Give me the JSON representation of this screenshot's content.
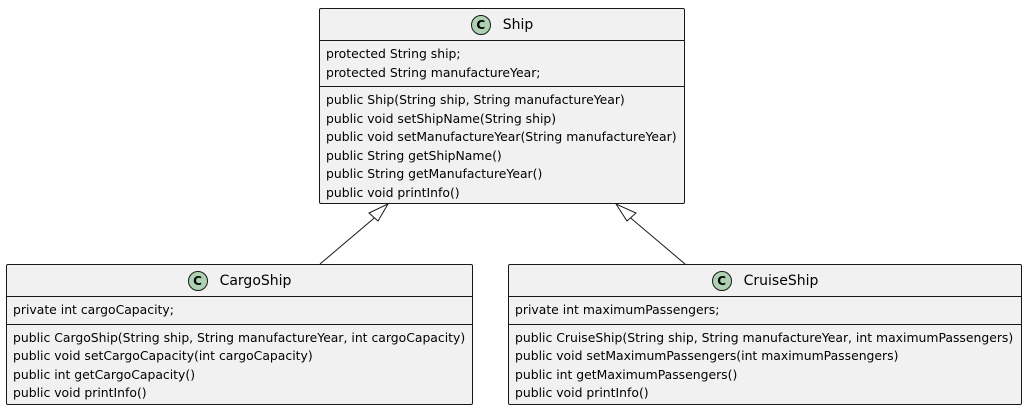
{
  "classes": {
    "ship": {
      "stereotype_letter": "C",
      "name": "Ship",
      "fields": [
        "protected String ship;",
        "protected String manufactureYear;"
      ],
      "methods": [
        "public Ship(String ship, String manufactureYear)",
        "public void setShipName(String ship)",
        "public void setManufactureYear(String manufactureYear)",
        "public String getShipName()",
        "public String getManufactureYear()",
        "public void printInfo()"
      ]
    },
    "cargo": {
      "stereotype_letter": "C",
      "name": "CargoShip",
      "fields": [
        "private int cargoCapacity;"
      ],
      "methods": [
        "public CargoShip(String ship, String manufactureYear, int cargoCapacity)",
        "public void setCargoCapacity(int cargoCapacity)",
        "public int getCargoCapacity()",
        "public void printInfo()"
      ]
    },
    "cruise": {
      "stereotype_letter": "C",
      "name": "CruiseShip",
      "fields": [
        "private int maximumPassengers;"
      ],
      "methods": [
        "public CruiseShip(String ship, String manufactureYear, int maximumPassengers)",
        "public void setMaximumPassengers(int maximumPassengers)",
        "public int getMaximumPassengers()",
        "public void printInfo()"
      ]
    }
  },
  "colors": {
    "class_bg": "#f1f1f1",
    "border": "#181818",
    "class_icon": "#add1b2"
  },
  "edges": [
    {
      "from": "CargoShip",
      "to": "Ship",
      "type": "inheritance"
    },
    {
      "from": "CruiseShip",
      "to": "Ship",
      "type": "inheritance"
    }
  ]
}
